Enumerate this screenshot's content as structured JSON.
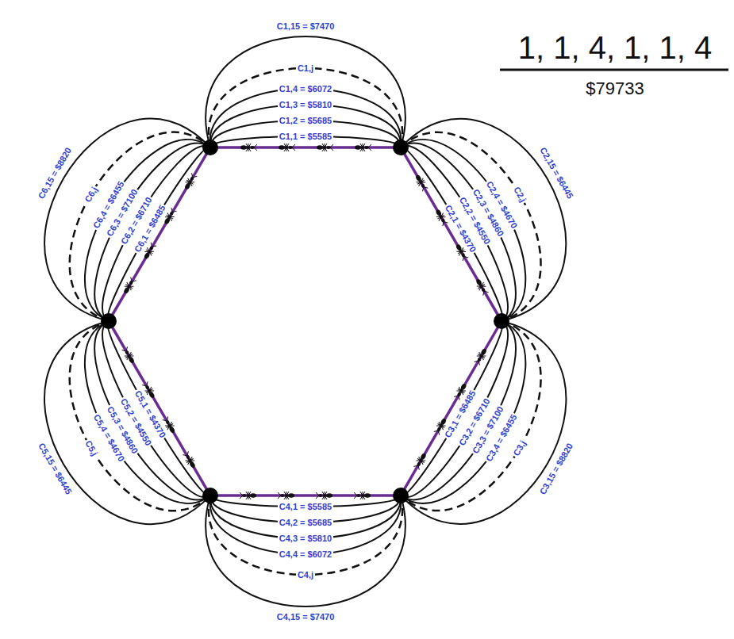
{
  "diagram": {
    "labels": [
      "1, 1, 4, 1, 1, 4",
      "$79733",
      "C1,15 = $7470",
      "C1,j",
      "C1,4 = $6072",
      "C1,3 = $5810",
      "C1,2 = $5685",
      "C1,1 = $5585",
      "C6,15 = $8820",
      "C6,j",
      "C6,4 = $6455",
      "C6,3 = $7100",
      "C6,2 = $6710",
      "C6,1 = $6485",
      "C2,15 = $6445",
      "C2,j",
      "C2,4 = $4670",
      "C2,3 = $4860",
      "C2,2 = $4550",
      "C2,1 = $4370",
      "C5,15 = $6445",
      "C5,j",
      "C5,4 = $4670",
      "C5,3 = $4860",
      "C5,2 = $4550",
      "C5,1 = $4370",
      "C3,1 = $6485",
      "C3,2 = $6710",
      "C3,3 = $7100",
      "C3,4 = $6455",
      "C3,j",
      "C3,15 = $8820",
      "C4,1 = $5585",
      "C4,2 = $5685",
      "C4,3 = $5810",
      "C4,4 = $6072",
      "C4,j",
      "C4,15 = $7470"
    ]
  }
}
